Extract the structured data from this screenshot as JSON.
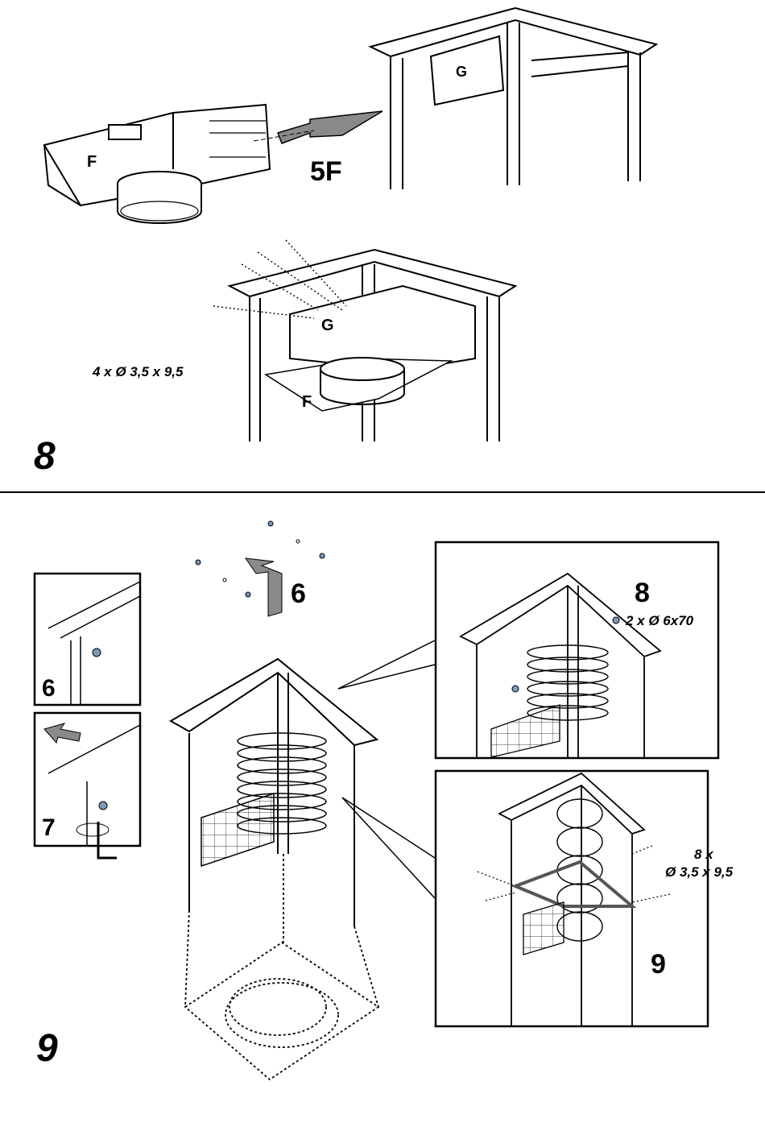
{
  "section_8": {
    "number": "8",
    "part_f": "F",
    "part_g": "G",
    "callout_5f": "5F",
    "assembled_g": "G",
    "assembled_f": "F",
    "screws_spec": "4 x Ø 3,5 x 9,5"
  },
  "section_9": {
    "number": "9",
    "top_callout": "6",
    "inset_6": "6",
    "inset_7": "7",
    "detail_top_number": "8",
    "detail_top_spec": "2 x Ø 6x70",
    "detail_bottom_number": "9",
    "detail_bottom_spec_line1": "8 x",
    "detail_bottom_spec_line2": "Ø 3,5 x 9,5"
  },
  "colors": {
    "line": "#000000",
    "arrow_fill": "#8a8a8a",
    "panel_fill": "#ffffff",
    "screw_blue": "#7a9ab8"
  }
}
